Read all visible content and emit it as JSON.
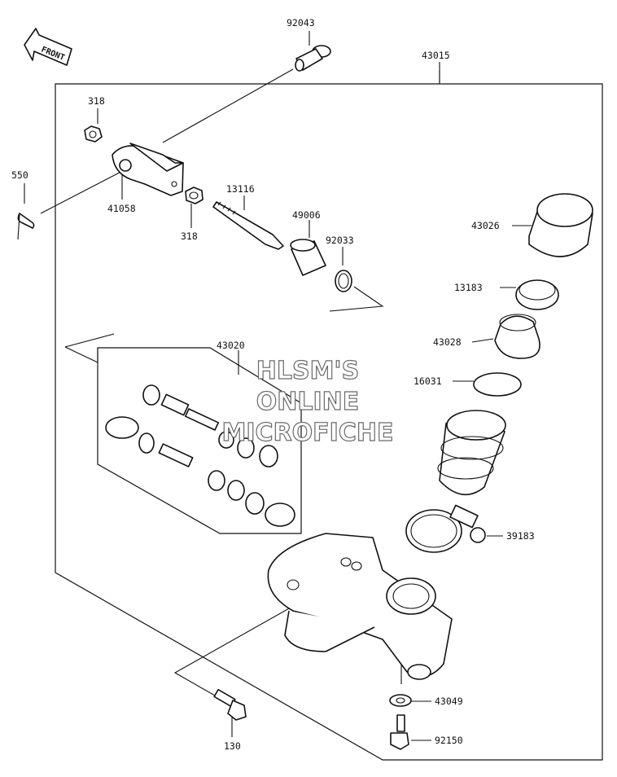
{
  "diagram": {
    "front_label": "FRONT",
    "watermark": [
      "HLSM'S",
      "ONLINE",
      "MICROFICHE"
    ],
    "parts": {
      "p92043": "92043",
      "p43015": "43015",
      "p318a": "318",
      "p550": "550",
      "p41058": "41058",
      "p318b": "318",
      "p13116": "13116",
      "p49006": "49006",
      "p92033": "92033",
      "p43026": "43026",
      "p13183": "13183",
      "p43028": "43028",
      "p43020": "43020",
      "p16031": "16031",
      "p39183": "39183",
      "p43049": "43049",
      "p130": "130",
      "p92150": "92150"
    }
  }
}
